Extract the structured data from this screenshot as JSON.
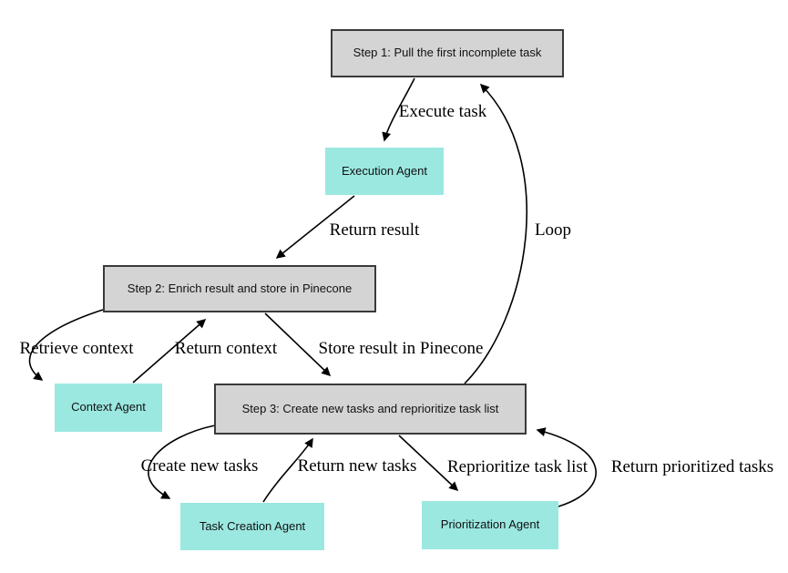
{
  "nodes": {
    "step1": {
      "label": "Step 1: Pull the first incomplete task",
      "type": "step"
    },
    "execution_agent": {
      "label": "Execution Agent",
      "type": "agent"
    },
    "step2": {
      "label": "Step 2: Enrich result and store in Pinecone",
      "type": "step"
    },
    "context_agent": {
      "label": "Context Agent",
      "type": "agent"
    },
    "step3": {
      "label": "Step 3: Create new tasks and reprioritize task list",
      "type": "step"
    },
    "task_creation_agent": {
      "label": "Task Creation Agent",
      "type": "agent"
    },
    "prioritization_agent": {
      "label": "Prioritization Agent",
      "type": "agent"
    }
  },
  "edges": {
    "execute_task": {
      "label": "Execute task",
      "from": "step1",
      "to": "execution_agent"
    },
    "return_result": {
      "label": "Return result",
      "from": "execution_agent",
      "to": "step2"
    },
    "loop": {
      "label": "Loop",
      "from": "step3",
      "to": "step1"
    },
    "retrieve_context": {
      "label": "Retrieve context",
      "from": "step2",
      "to": "context_agent"
    },
    "return_context": {
      "label": "Return context",
      "from": "context_agent",
      "to": "step2"
    },
    "store_result": {
      "label": "Store result in Pinecone",
      "from": "step2",
      "to": "step3"
    },
    "create_new_tasks": {
      "label": "Create new tasks",
      "from": "step3",
      "to": "task_creation_agent"
    },
    "return_new_tasks": {
      "label": "Return new tasks",
      "from": "task_creation_agent",
      "to": "step3"
    },
    "reprioritize_task_list": {
      "label": "Reprioritize task list",
      "from": "step3",
      "to": "prioritization_agent"
    },
    "return_prioritized_tasks": {
      "label": "Return prioritized tasks",
      "from": "prioritization_agent",
      "to": "step3"
    }
  },
  "colors": {
    "step_fill": "#d4d4d4",
    "step_border": "#3a3a3a",
    "agent_fill": "#9be8e1",
    "edge_stroke": "#000000",
    "background": "#ffffff"
  }
}
